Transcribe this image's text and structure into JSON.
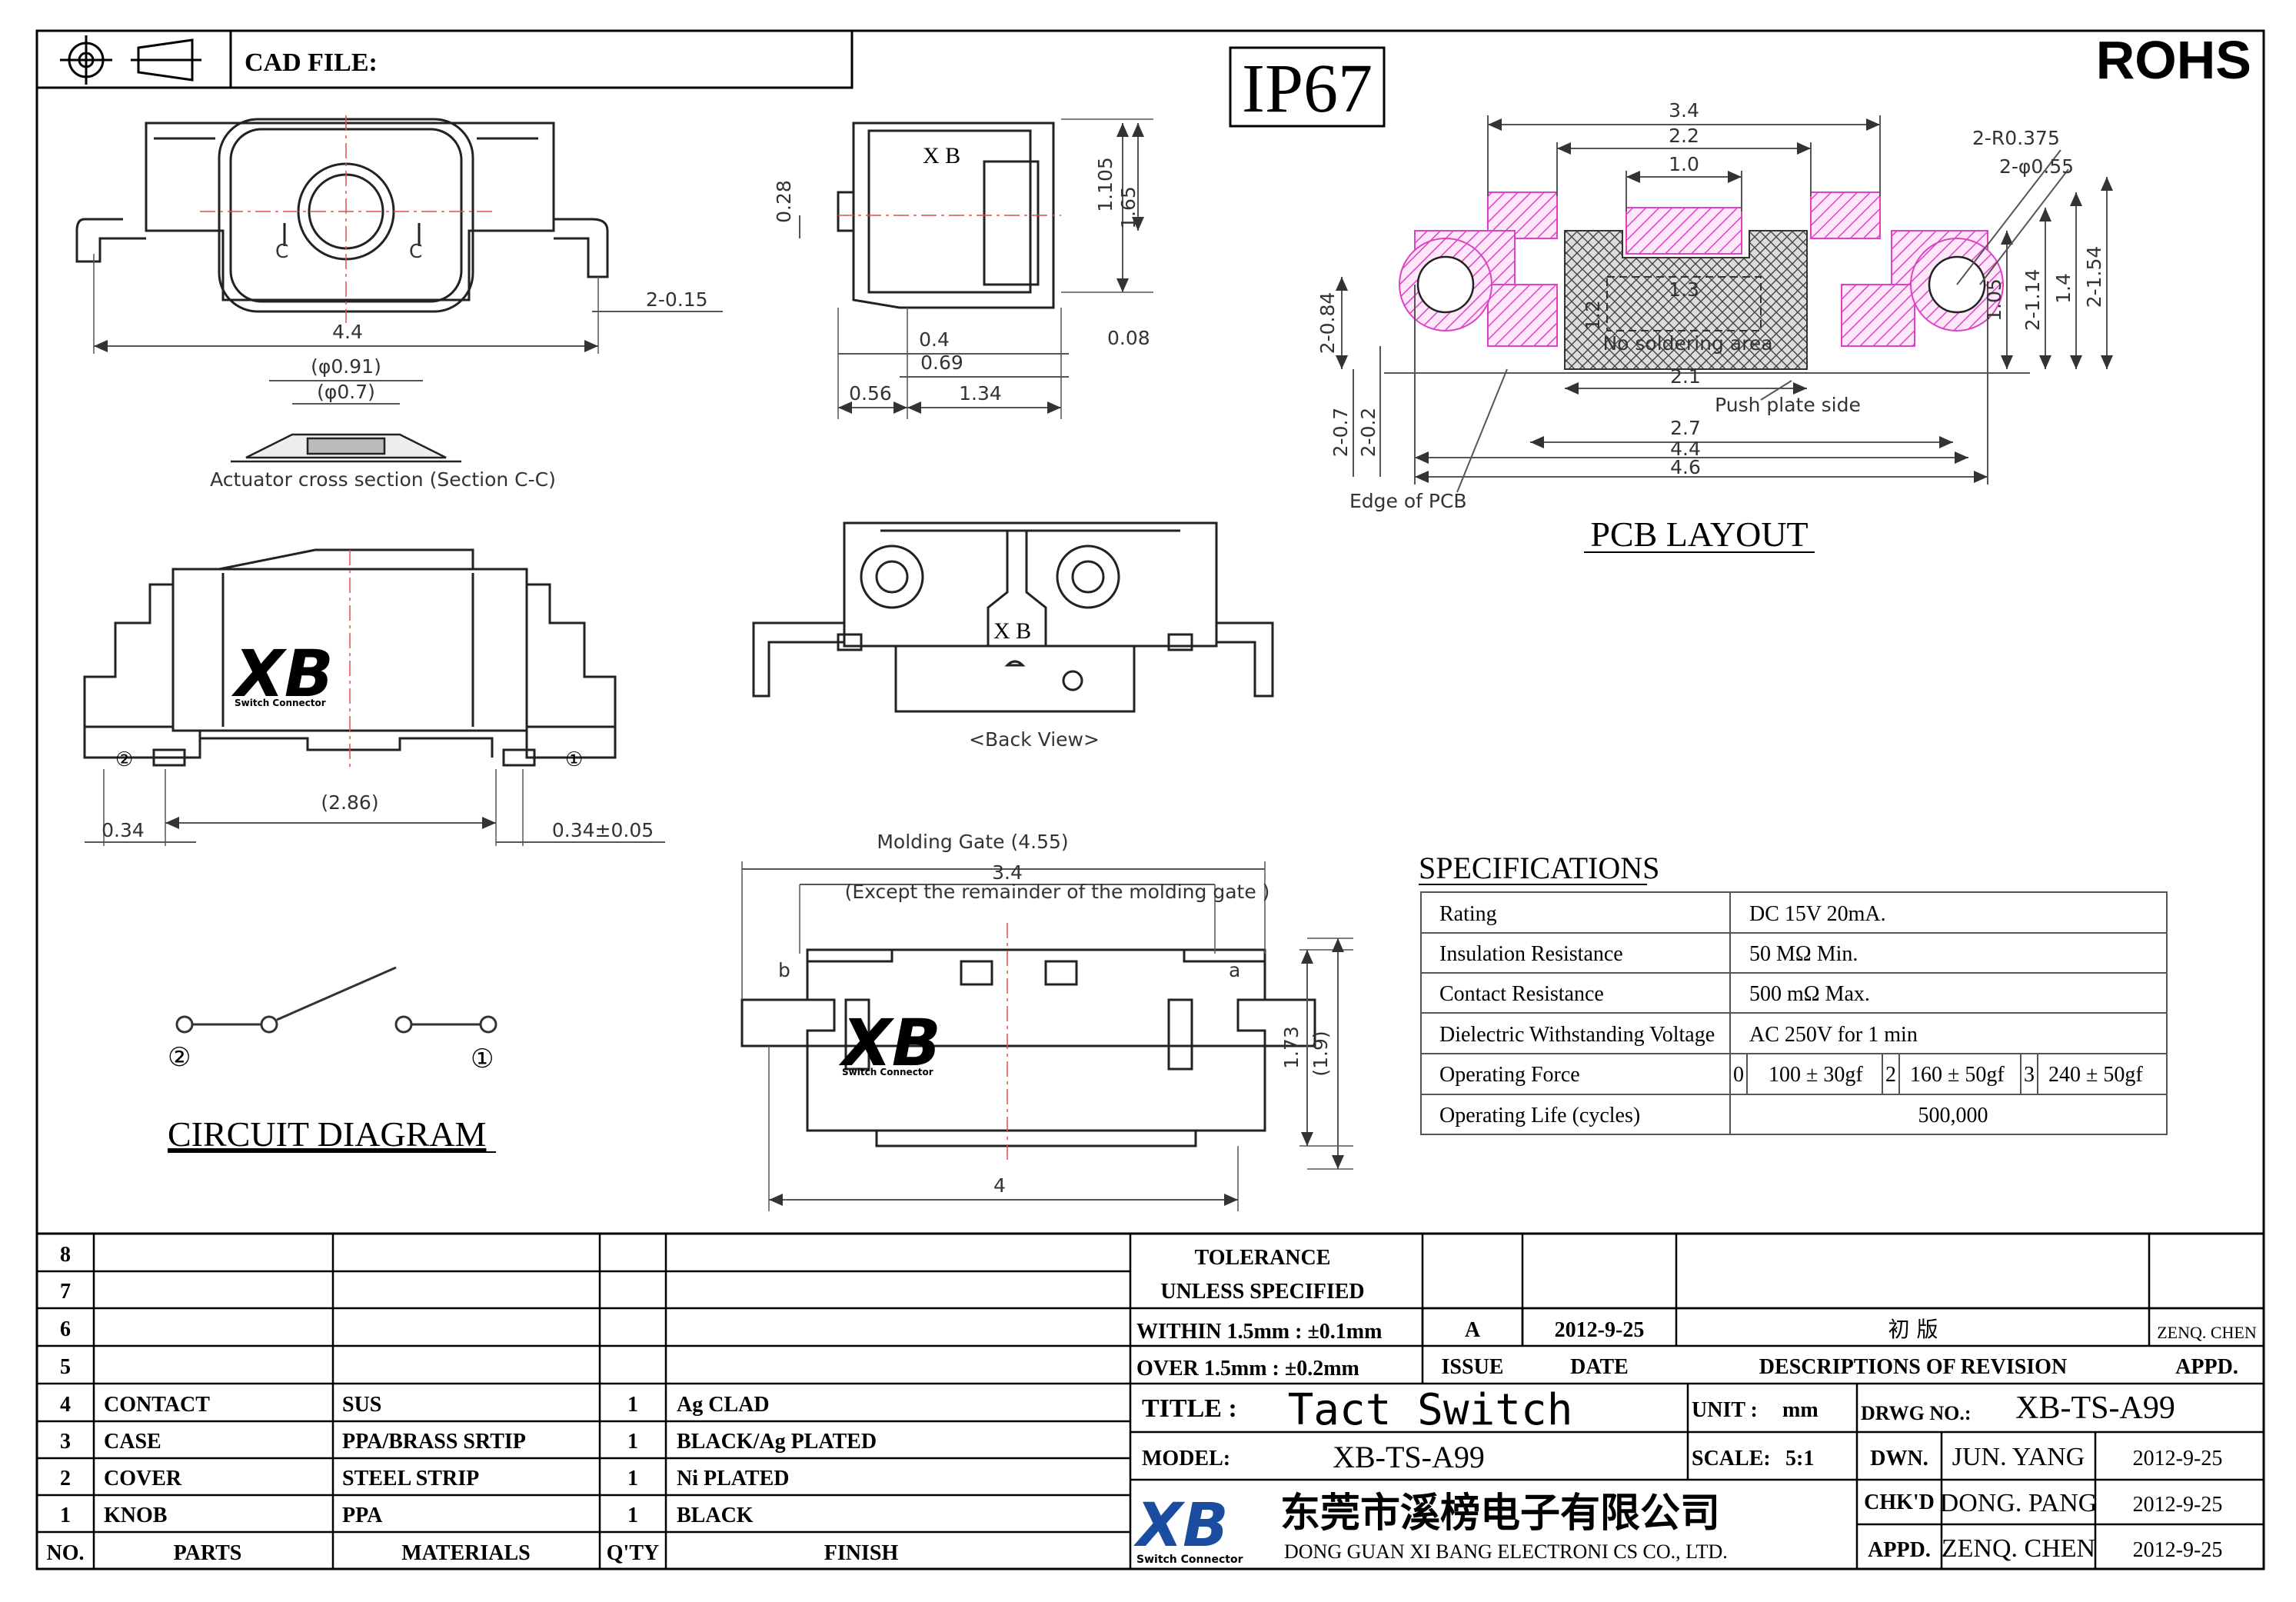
{
  "header": {
    "cad_file_label": "CAD FILE:",
    "ip_rating": "IP67",
    "rohs": "ROHS",
    "projection_symbol": "third-angle-projection-icon"
  },
  "views": {
    "actuator_caption": "Actuator cross section (Section C-C)",
    "back_view_caption": "<Back View>",
    "pcb_layout_title": "PCB LAYOUT",
    "circuit_title": "CIRCUIT DIAGRAM",
    "marking": "X B",
    "logo_text": "XB",
    "logo_sub": "Switch Connector"
  },
  "dims": {
    "top_width": "4.4",
    "lead_width": "2-0.15",
    "dia1": "(φ0.91)",
    "dia2": "(φ0.7)",
    "d028": "0.28",
    "d1105": "1.105",
    "d165": "1.65",
    "d04": "0.4",
    "d069": "0.69",
    "d008": "0.08",
    "d056": "0.56",
    "d134": "1.34",
    "d034": "0.34",
    "d286": "(2.86)",
    "d034tol": "0.34±0.05",
    "molding_gate": "Molding Gate (4.55)",
    "d34": "3.4",
    "except_note": "(Except the remainder of the molding gate )",
    "d173": "1.73",
    "d19": "(1.9)",
    "d4": "4",
    "gate_b": "b",
    "gate_a": "a",
    "pin2": "②",
    "pin1": "①"
  },
  "pcb": {
    "d34": "3.4",
    "d22": "2.2",
    "d10": "1.0",
    "r0375": "2-R0.375",
    "phi055": "2-φ0.55",
    "d084": "2-0.84",
    "d105": "1.05",
    "d114": "2-1.14",
    "d14": "1.4",
    "d154": "2-1.54",
    "d12": "1.2",
    "d13": "1.3",
    "no_solder": "No soldering area",
    "d21": "2.1",
    "push_plate": "Push plate side",
    "d27": "2.7",
    "d44": "4.4",
    "d46": "4.6",
    "d07": "2-0.7",
    "d02": "2-0.2",
    "edge_pcb": "Edge of PCB"
  },
  "specs": {
    "title": "SPECIFICATIONS",
    "rows": [
      {
        "label": "Rating",
        "value": "DC 15V 20mA."
      },
      {
        "label": "Insulation Resistance",
        "value": "50 MΩ  Min."
      },
      {
        "label": "Contact Resistance",
        "value": "500 mΩ  Max."
      },
      {
        "label": "Dielectric Withstanding Voltage",
        "value": "AC 250V for 1 min"
      }
    ],
    "force_label": "Operating Force",
    "force_options": [
      {
        "no": "0",
        "value": "100 ± 30gf"
      },
      {
        "no": "2",
        "value": "160 ± 50gf"
      },
      {
        "no": "3",
        "value": "240 ± 50gf"
      }
    ],
    "life_label": "Operating Life (cycles)",
    "life_value": "500,000"
  },
  "bom": {
    "headers": {
      "no": "NO.",
      "parts": "PARTS",
      "materials": "MATERIALS",
      "qty": "Q'TY",
      "finish": "FINISH"
    },
    "empty_rows": [
      "8",
      "7",
      "6",
      "5"
    ],
    "rows": [
      {
        "no": "4",
        "part": "CONTACT",
        "material": "SUS",
        "qty": "1",
        "finish": "Ag CLAD"
      },
      {
        "no": "3",
        "part": "CASE",
        "material": "PPA/BRASS SRTIP",
        "qty": "1",
        "finish": "BLACK/Ag PLATED"
      },
      {
        "no": "2",
        "part": "COVER",
        "material": "STEEL STRIP",
        "qty": "1",
        "finish": "Ni PLATED"
      },
      {
        "no": "1",
        "part": "KNOB",
        "material": "PPA",
        "qty": "1",
        "finish": "BLACK"
      }
    ]
  },
  "title_block": {
    "tolerance": "TOLERANCE",
    "unless": "UNLESS   SPECIFIED",
    "within": "WITHIN 1.5mm : ±0.1mm",
    "over": "OVER 1.5mm  : ±0.2mm",
    "rev_issue": "A",
    "rev_date": "2012-9-25",
    "rev_desc": "初  版",
    "rev_appd": "ZENQ. CHEN",
    "col_issue": "ISSUE",
    "col_date": "DATE",
    "col_desc": "DESCRIPTIONS  OF  REVISION",
    "col_appd": "APPD.",
    "title_label": "TITLE :",
    "title_value": "Tact Switch",
    "unit_label": "UNIT :",
    "unit_value": "mm",
    "drwg_label": "DRWG NO.:",
    "drwg_value": "XB-TS-A99",
    "model_label": "MODEL:",
    "model_value": "XB-TS-A99",
    "scale_label": "SCALE:",
    "scale_value": "5:1",
    "dwn_label": "DWN.",
    "dwn_name": "JUN. YANG",
    "dwn_date": "2012-9-25",
    "chkd_label": "CHK'D",
    "chkd_name": "DONG. PANG",
    "chkd_date": "2012-9-25",
    "appd_label": "APPD.",
    "appd_name": "ZENQ. CHEN",
    "appd_date": "2012-9-25",
    "company_cn": "东莞市溪榜电子有限公司",
    "company_en": "DONG GUAN XI BANG  ELECTRONI CS CO., LTD.",
    "logo_text": "XB",
    "logo_sub": "Switch Connector"
  },
  "colors": {
    "magenta": "#e040c8",
    "hatch": "#555555"
  }
}
